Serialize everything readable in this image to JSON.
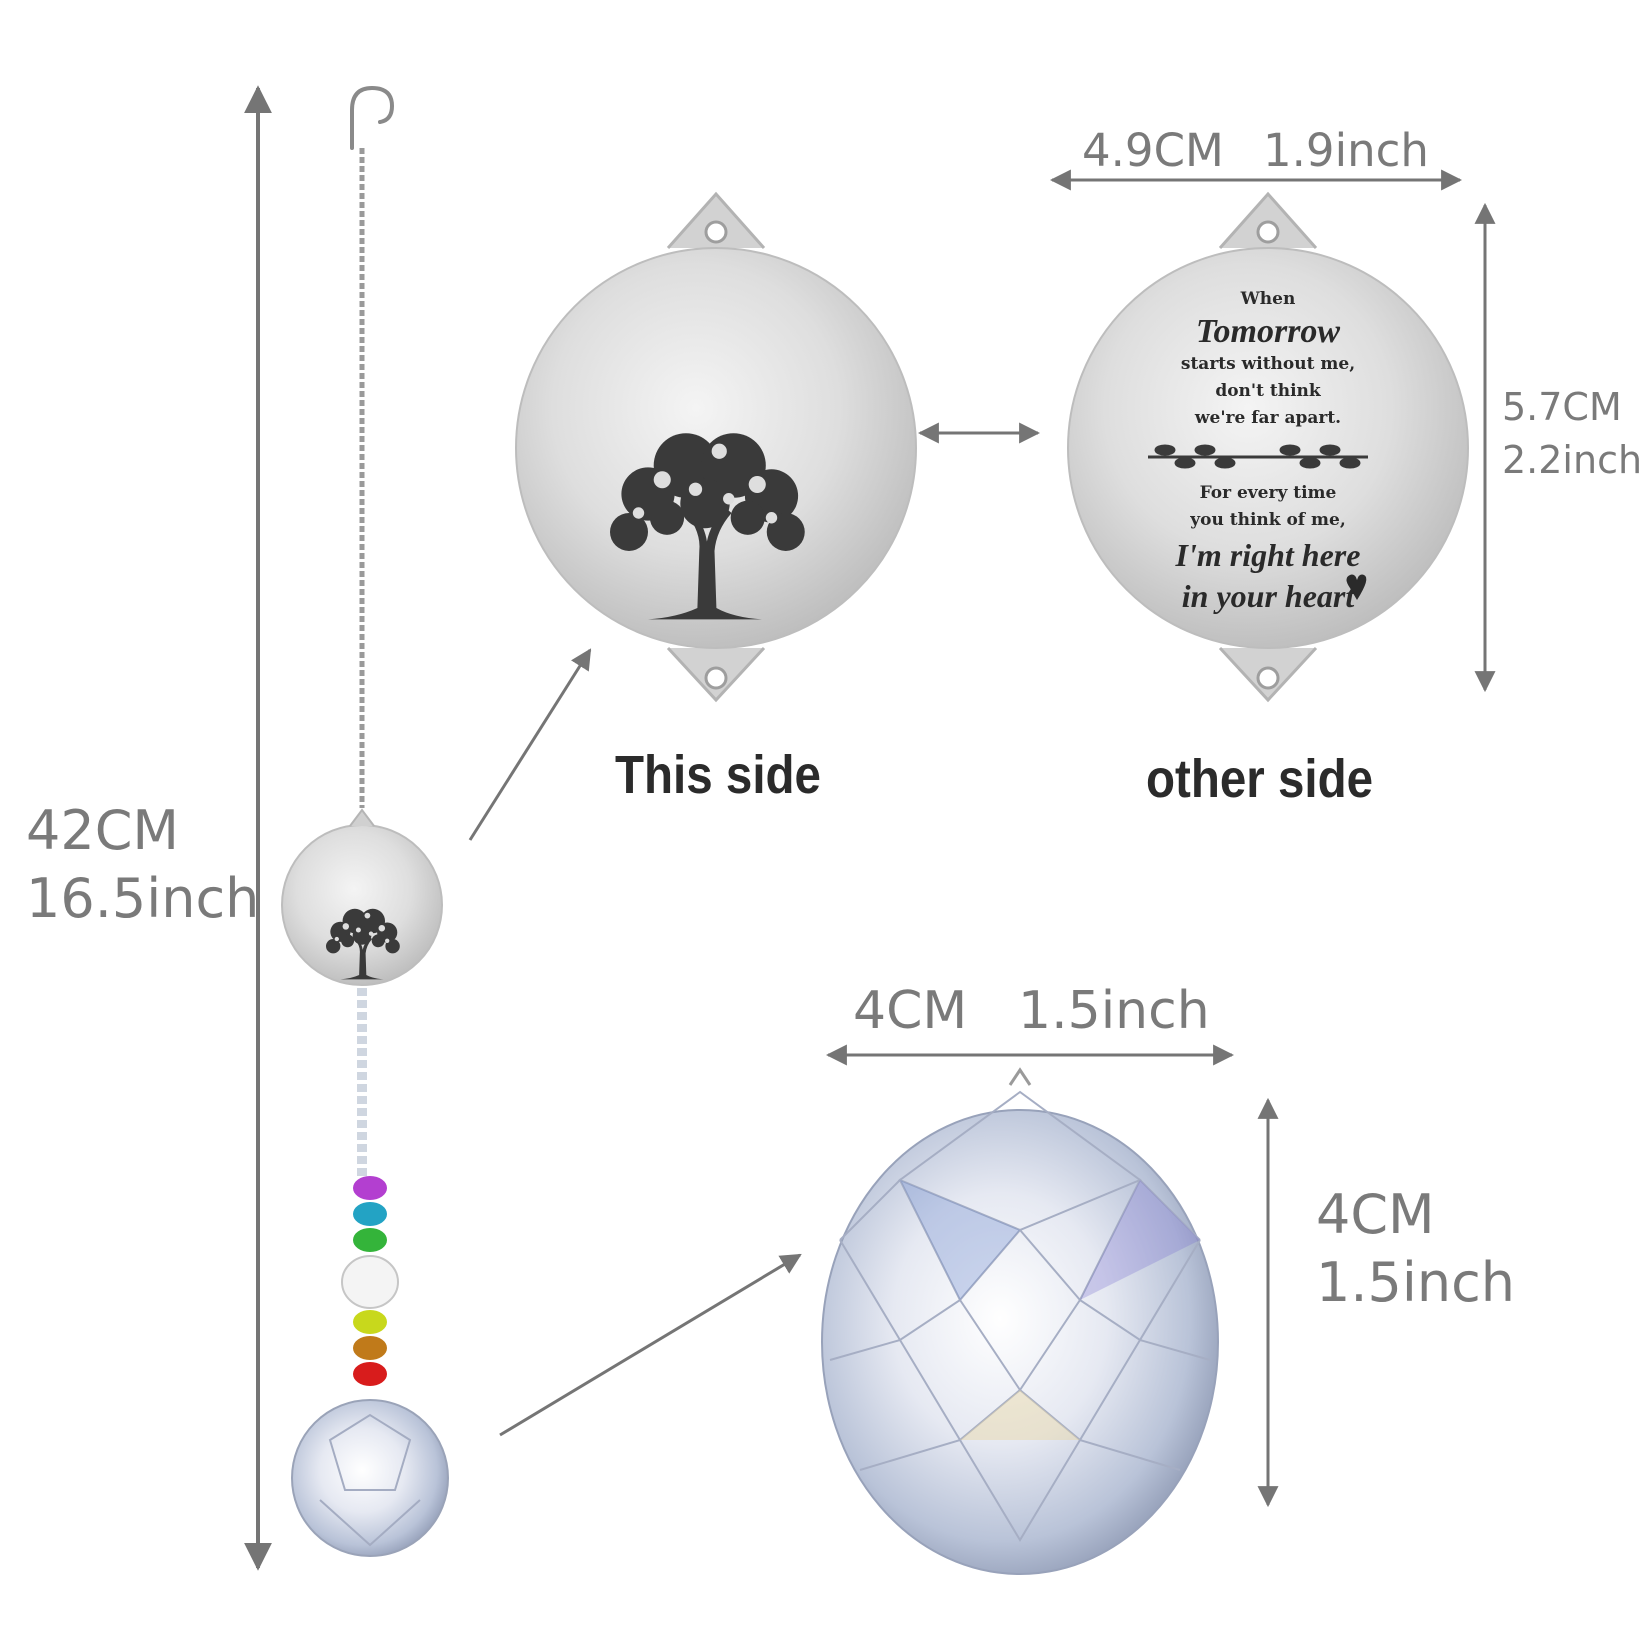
{
  "colors": {
    "dimension_text": "#7a7a7a",
    "arrow": "#757575",
    "caption_text": "#2b2b2b",
    "metal": "#d9d9d9",
    "engraving": "#3a3a3a",
    "beads": [
      "#b33fd0",
      "#23a3c4",
      "#34b43a",
      "#f0f0f0",
      "#c8d81c",
      "#c07a1a",
      "#d81c1c"
    ]
  },
  "overall": {
    "length_cm": "42CM",
    "length_inch": "16.5inch"
  },
  "disc": {
    "width_cm": "4.9CM",
    "width_inch": "1.9inch",
    "height_cm": "5.7CM",
    "height_inch": "2.2inch"
  },
  "ball": {
    "width_cm": "4CM",
    "width_inch": "1.5inch",
    "height_cm": "4CM",
    "height_inch": "1.5inch"
  },
  "captions": {
    "front": "This side",
    "back": "other side"
  },
  "engraving": {
    "line1": "When",
    "line2": "Tomorrow",
    "line3": "starts without me,",
    "line4": "don't think",
    "line5": "we're far apart.",
    "line6": "For every time",
    "line7": "you think of me,",
    "line8": "I'm right here",
    "line9": "in your heart"
  },
  "icons": {
    "hook": "s-hook-icon",
    "tree": "tree-of-life-icon",
    "leaf_vine": "leaf-vine-icon",
    "heart": "heart-icon",
    "crystal": "crystal-ball-icon"
  }
}
